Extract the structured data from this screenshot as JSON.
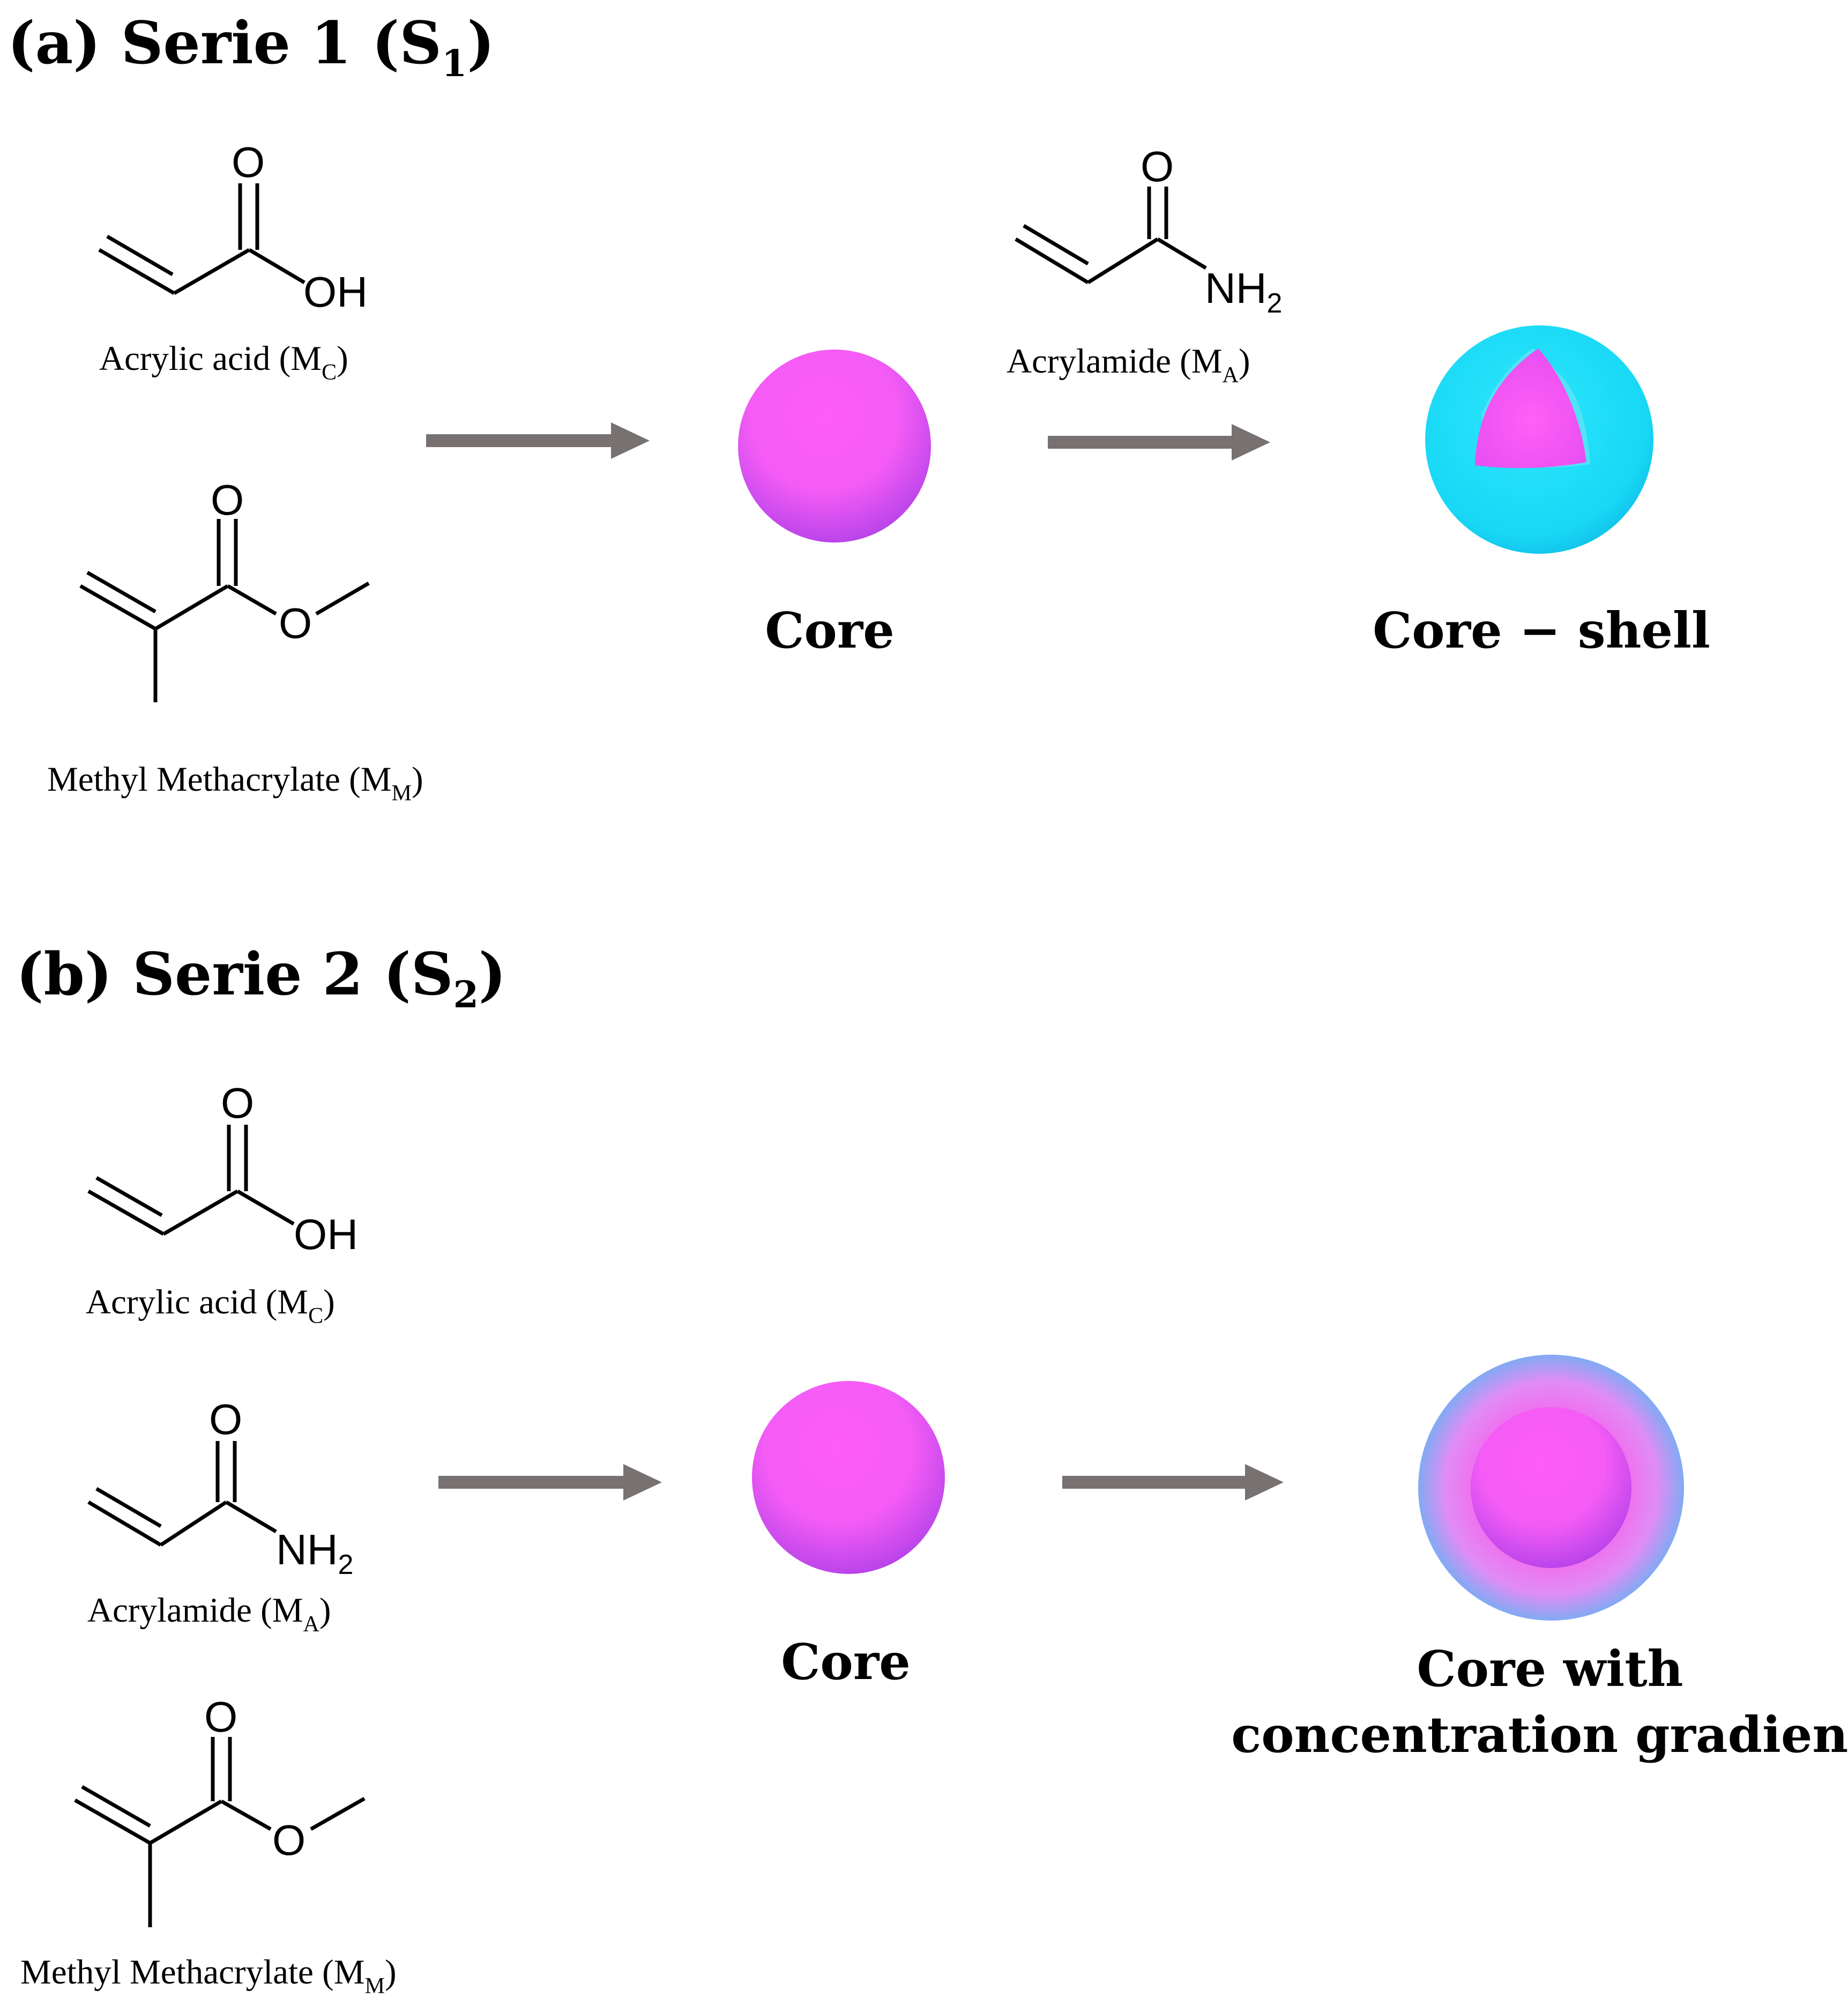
{
  "panel_a": {
    "title_prefix": "(a) Serie 1 (S",
    "title_sub": "1",
    "title_suffix": ")",
    "acrylic_acid": {
      "name": "Acrylic acid (M",
      "sub": "C",
      "close": ")",
      "atom_o": "O",
      "atom_oh": "OH"
    },
    "methyl_methacrylate": {
      "name": "Methyl Methacrylate (M",
      "sub": "M",
      "close": ")",
      "atom_o1": "O",
      "atom_o2": "O"
    },
    "acrylamide": {
      "name": "Acrylamide (M",
      "sub": "A",
      "close": ")",
      "atom_o": "O",
      "atom_nh": "NH",
      "atom_nh_sub": "2"
    },
    "core_label": "Core",
    "core_shell_label": "Core − shell"
  },
  "panel_b": {
    "title_prefix": "(b) Serie 2 (S",
    "title_sub": "2",
    "title_suffix": ")",
    "acrylic_acid": {
      "name": "Acrylic acid (M",
      "sub": "C",
      "close": ")",
      "atom_o": "O",
      "atom_oh": "OH"
    },
    "acrylamide": {
      "name": "Acrylamide (M",
      "sub": "A",
      "close": ")",
      "atom_o": "O",
      "atom_nh": "NH",
      "atom_nh_sub": "2"
    },
    "methyl_methacrylate": {
      "name": "Methyl Methacrylate (M",
      "sub": "M",
      "close": ")",
      "atom_o1": "O",
      "atom_o2": "O"
    },
    "core_label": "Core",
    "gradient_label_line1": "Core with",
    "gradient_label_line2": "concentration gradient"
  },
  "colors": {
    "core": "#f45cf5",
    "core_dark": "#b040e8",
    "shell": "#18d8f6",
    "arrow": "#777171",
    "gradient_outer": "#8aa6f5"
  }
}
